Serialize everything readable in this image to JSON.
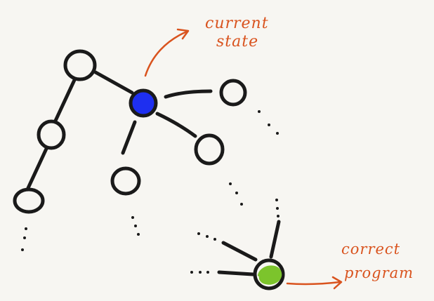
{
  "annotations": {
    "current_state": [
      "current",
      "state"
    ],
    "correct_program": [
      "correct",
      "program"
    ]
  },
  "colors": {
    "background": "#f7f6f2",
    "ink": "#1a1a1a",
    "current_node": "#1e2ff0",
    "goal_node": "#7cc42c",
    "annotation": "#d9531e"
  }
}
